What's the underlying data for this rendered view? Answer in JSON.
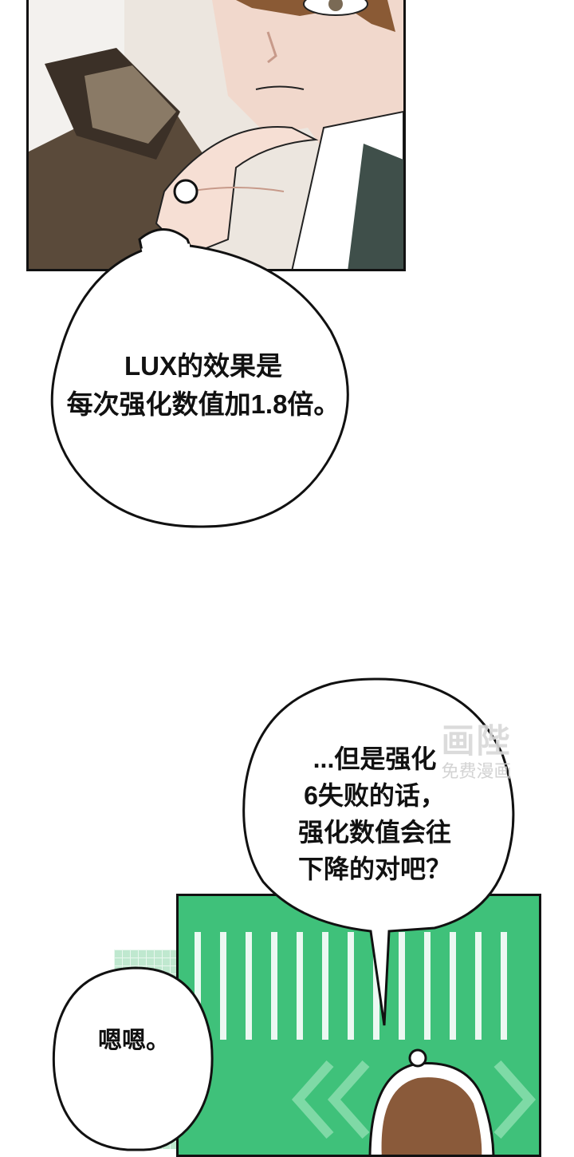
{
  "bubbles": {
    "first": {
      "line1": "LUX的效果是",
      "line2": "每次强化数值加1.8倍。"
    },
    "second": {
      "line1": "...但是强化",
      "line2": "6失败的话，",
      "line3": "强化数值会往",
      "line4": "下降的对吧？"
    },
    "third": {
      "line1": "嗯嗯。"
    }
  },
  "watermark": {
    "logo": "画陛",
    "sub": "免费漫画"
  },
  "colors": {
    "panel_green": "#3fc17a",
    "ink": "#111111",
    "grid": "#bfe8cf"
  }
}
